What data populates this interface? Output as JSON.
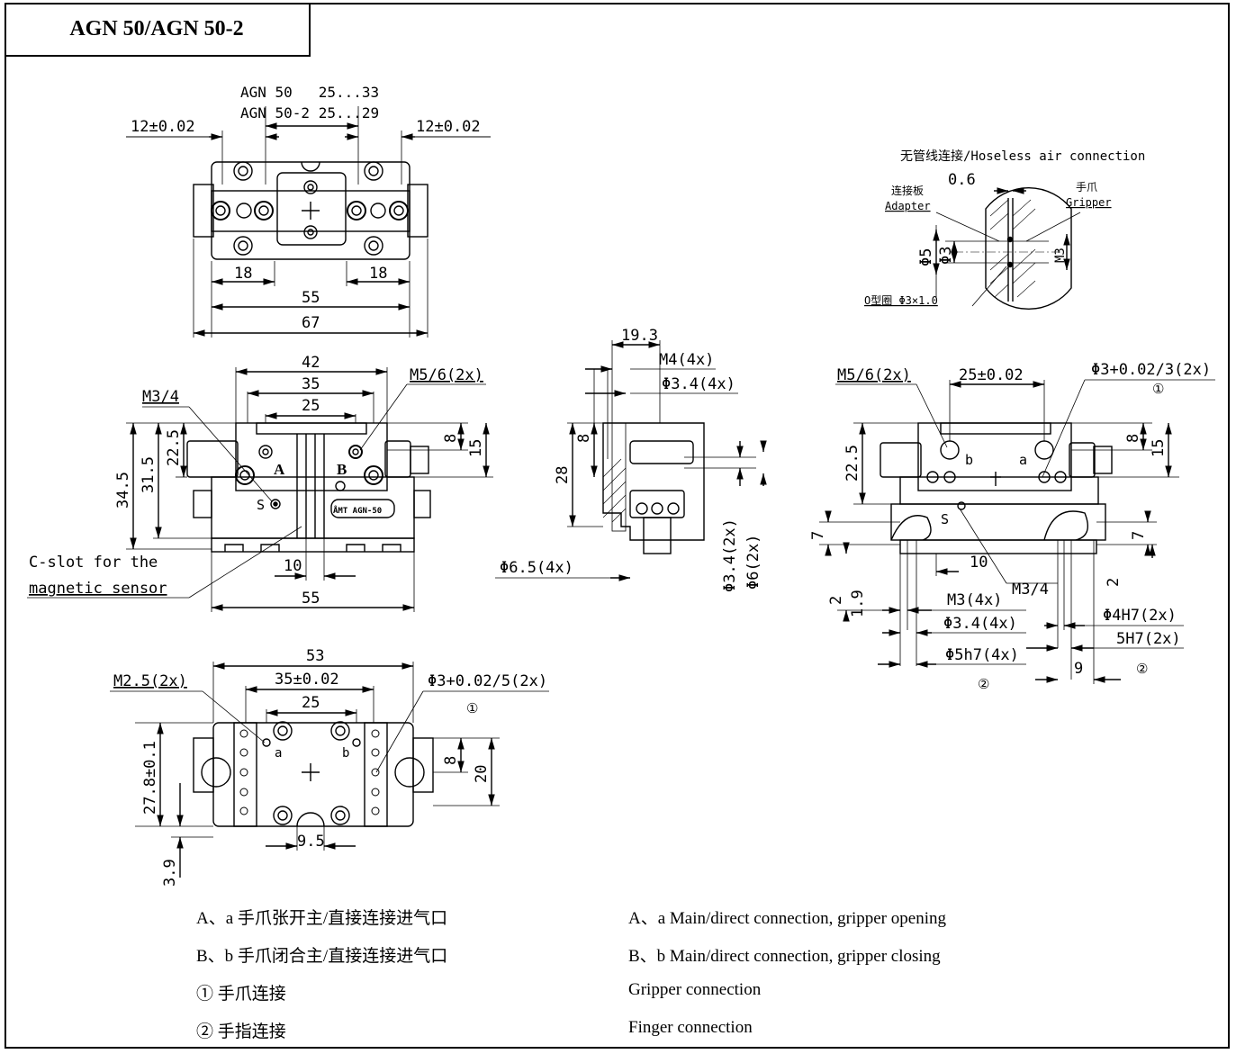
{
  "title": "AGN 50/AGN 50-2",
  "views": {
    "top": {
      "stroke_label_1": "AGN 50   25...33",
      "stroke_label_2": "AGN 50-2 25...29",
      "tol_left": "12±0.02",
      "tol_right": "12±0.02",
      "dim_18_left": "18",
      "dim_18_right": "18",
      "dim_55": "55",
      "dim_67": "67"
    },
    "air": {
      "title": "无管线连接/Hoseless air connection",
      "gap": "0.6",
      "adapter_cn": "连接板",
      "adapter_en": "Adapter",
      "gripper_cn": "手爪",
      "gripper_en": "Gripper",
      "phi5": "Φ5",
      "phi3": "Φ3",
      "m3": "M3",
      "oring": "O型圈  Φ3×1.0"
    },
    "front": {
      "dim_42": "42",
      "dim_35": "35",
      "dim_25": "25",
      "m3_4": "M3/4",
      "m5_6": "M5/6(2x)",
      "dim_345": "34.5",
      "dim_315": "31.5",
      "dim_225": "22.5",
      "dim_8": "8",
      "dim_15": "15",
      "port_a": "A",
      "port_b": "B",
      "port_s": "S",
      "dim_10": "10",
      "dim_55": "55",
      "cslot_1": "C-slot for the",
      "cslot_2": "magnetic sensor"
    },
    "side": {
      "dim_193": "19.3",
      "m4": "M4(4x)",
      "phi34": "Φ3.4(4x)",
      "dim_8": "8",
      "dim_28": "28",
      "phi65": "Φ6.5(4x)",
      "phi34b": "Φ3.4(2x)",
      "phi6": "Φ6(2x)"
    },
    "right": {
      "m5_6": "M5/6(2x)",
      "dim_25": "25±0.02",
      "phi3": "Φ3+0.02/3(2x)",
      "circ1": "①",
      "dim_225": "22.5",
      "dim_8": "8",
      "dim_15": "15",
      "port_b": "b",
      "port_a": "a",
      "port_s": "S",
      "dim_7a": "7",
      "dim_7b": "7",
      "dim_10": "10",
      "m3_4": "M3/4",
      "dim_2": "2",
      "dim_19": "1.9",
      "dim_2b": "2",
      "m3": "M3(4x)",
      "phi34": "Φ3.4(4x)",
      "phi5h7": "Φ5h7(4x)",
      "phi4h7": "Φ4H7(2x)",
      "h5h7": "5H7(2x)",
      "dim_9": "9",
      "circ2a": "②",
      "circ2b": "②"
    },
    "bottom": {
      "dim_53": "53",
      "dim_35": "35±0.02",
      "dim_25": "25",
      "m25": "M2.5(2x)",
      "phi3": "Φ3+0.02/5(2x)",
      "circ1": "①",
      "dim_278": "27.8±0.1",
      "dim_8": "8",
      "dim_20": "20",
      "port_a": "a",
      "port_b": "b",
      "dim_95": "9.5",
      "dim_39": "3.9"
    }
  },
  "legend": {
    "cn": [
      "A、a 手爪张开主/直接连接进气口",
      "B、b 手爪闭合主/直接连接进气口",
      "① 手爪连接",
      "② 手指连接"
    ],
    "en": [
      "A、a Main/direct connection, gripper opening",
      "B、b Main/direct connection, gripper closing",
      "Gripper connection",
      "Finger connection"
    ]
  }
}
